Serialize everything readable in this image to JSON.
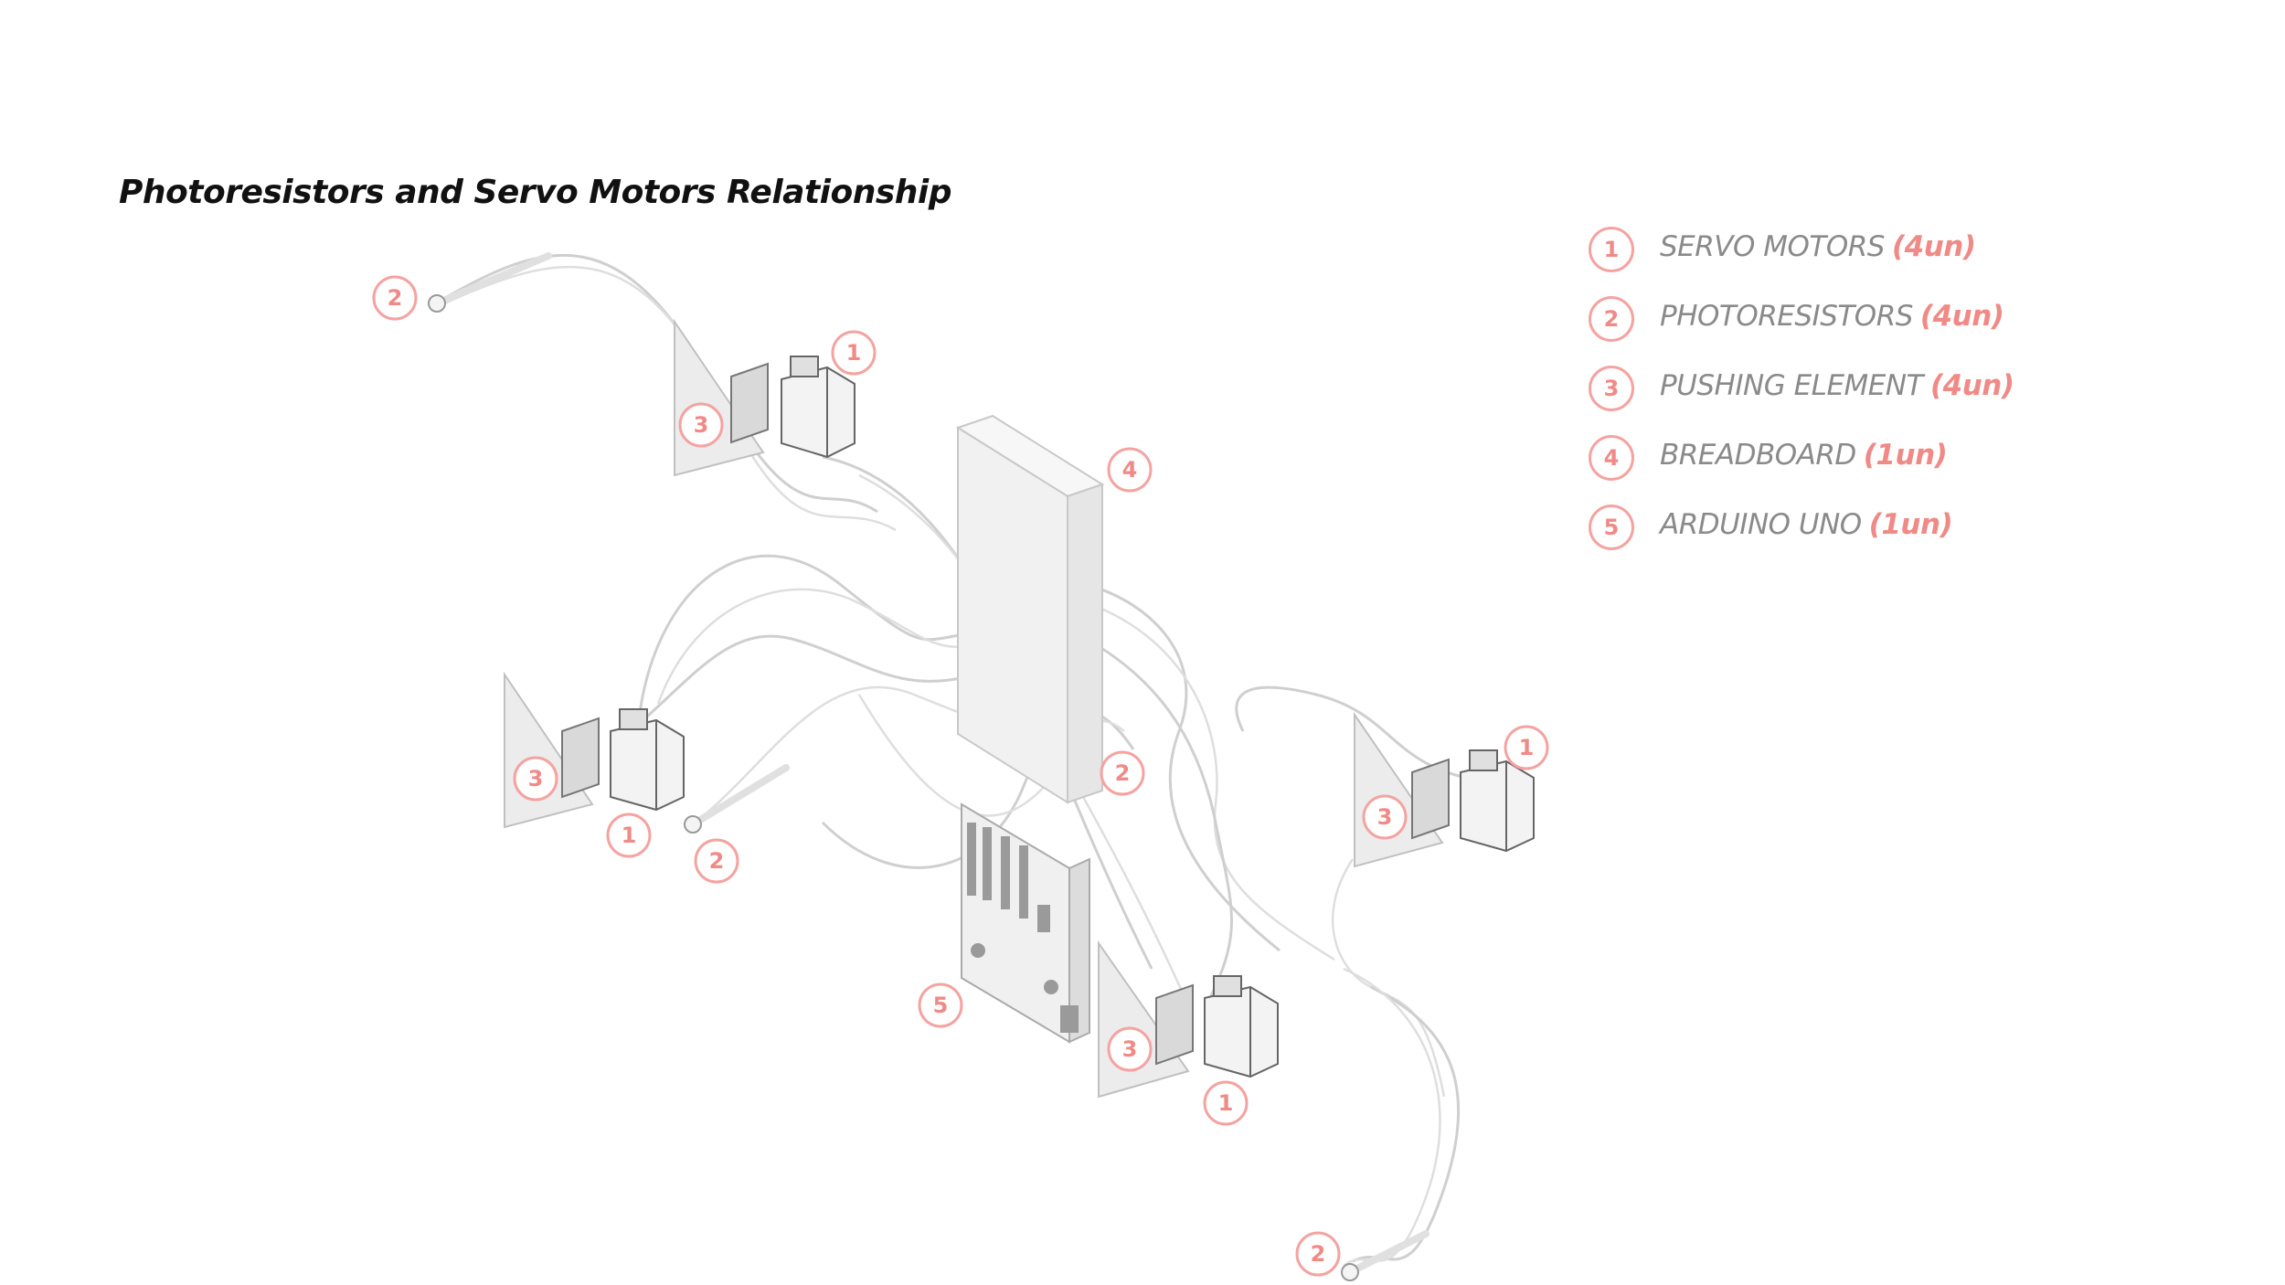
{
  "title": "Photoresistors and Servo Motors Relationship",
  "accent_color": "#f08a86",
  "legend": [
    {
      "num": "1",
      "label": "SERVO MOTORS",
      "qty": "(4un)"
    },
    {
      "num": "2",
      "label": "PHOTORESISTORS",
      "qty": "(4un)"
    },
    {
      "num": "3",
      "label": "PUSHING ELEMENT",
      "qty": "(4un)"
    },
    {
      "num": "4",
      "label": "BREADBOARD",
      "qty": "(1un)"
    },
    {
      "num": "5",
      "label": "ARDUINO UNO",
      "qty": "(1un)"
    }
  ],
  "callouts": {
    "servo": "1",
    "photoresistor": "2",
    "pushing": "3",
    "breadboard": "4",
    "arduino": "5"
  }
}
